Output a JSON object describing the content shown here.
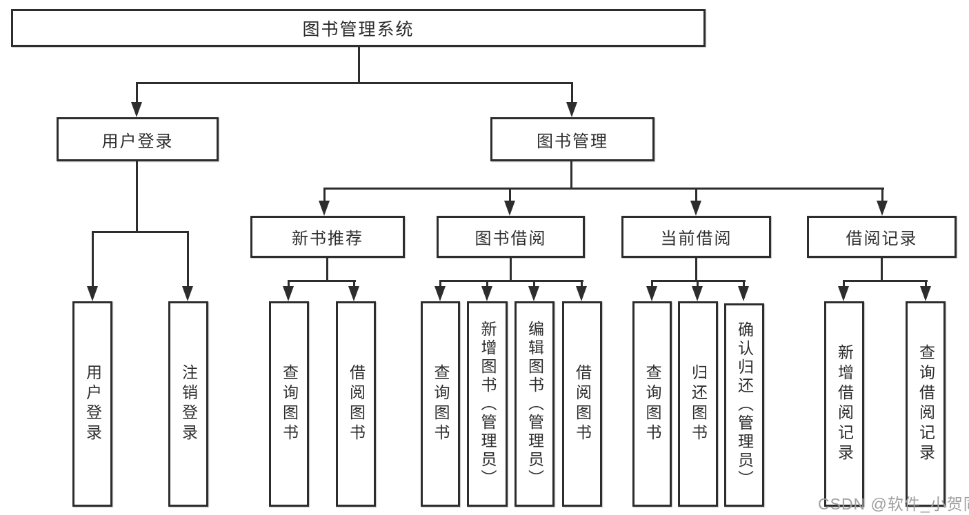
{
  "diagram": {
    "type": "hierarchy-tree",
    "title": "图书管理系统"
  },
  "tree": {
    "root": {
      "label": "图书管理系统",
      "children": [
        {
          "label": "用户登录",
          "children": [
            {
              "label": "用户登录"
            },
            {
              "label": "注销登录"
            }
          ]
        },
        {
          "label": "图书管理",
          "children": [
            {
              "label": "新书推荐",
              "children": [
                {
                  "label": "查询图书"
                },
                {
                  "label": "借阅图书"
                }
              ]
            },
            {
              "label": "图书借阅",
              "children": [
                {
                  "label": "查询图书"
                },
                {
                  "label": "新增图书（管理员）"
                },
                {
                  "label": "编辑图书（管理员）"
                },
                {
                  "label": "借阅图书"
                }
              ]
            },
            {
              "label": "当前借阅",
              "children": [
                {
                  "label": "查询图书"
                },
                {
                  "label": "归还图书"
                },
                {
                  "label": "确认归还（管理员）"
                }
              ]
            },
            {
              "label": "借阅记录",
              "children": [
                {
                  "label": "新增借阅记录"
                },
                {
                  "label": "查询借阅记录"
                }
              ]
            }
          ]
        }
      ]
    }
  },
  "watermark": {
    "text": "CSDN @软件_小贺同学"
  },
  "colors": {
    "line": "#2d2d2d",
    "text": "#2d2d2d",
    "box_fill": "#ffffff",
    "background": "#ffffff",
    "watermark": "#9f9f9f"
  }
}
